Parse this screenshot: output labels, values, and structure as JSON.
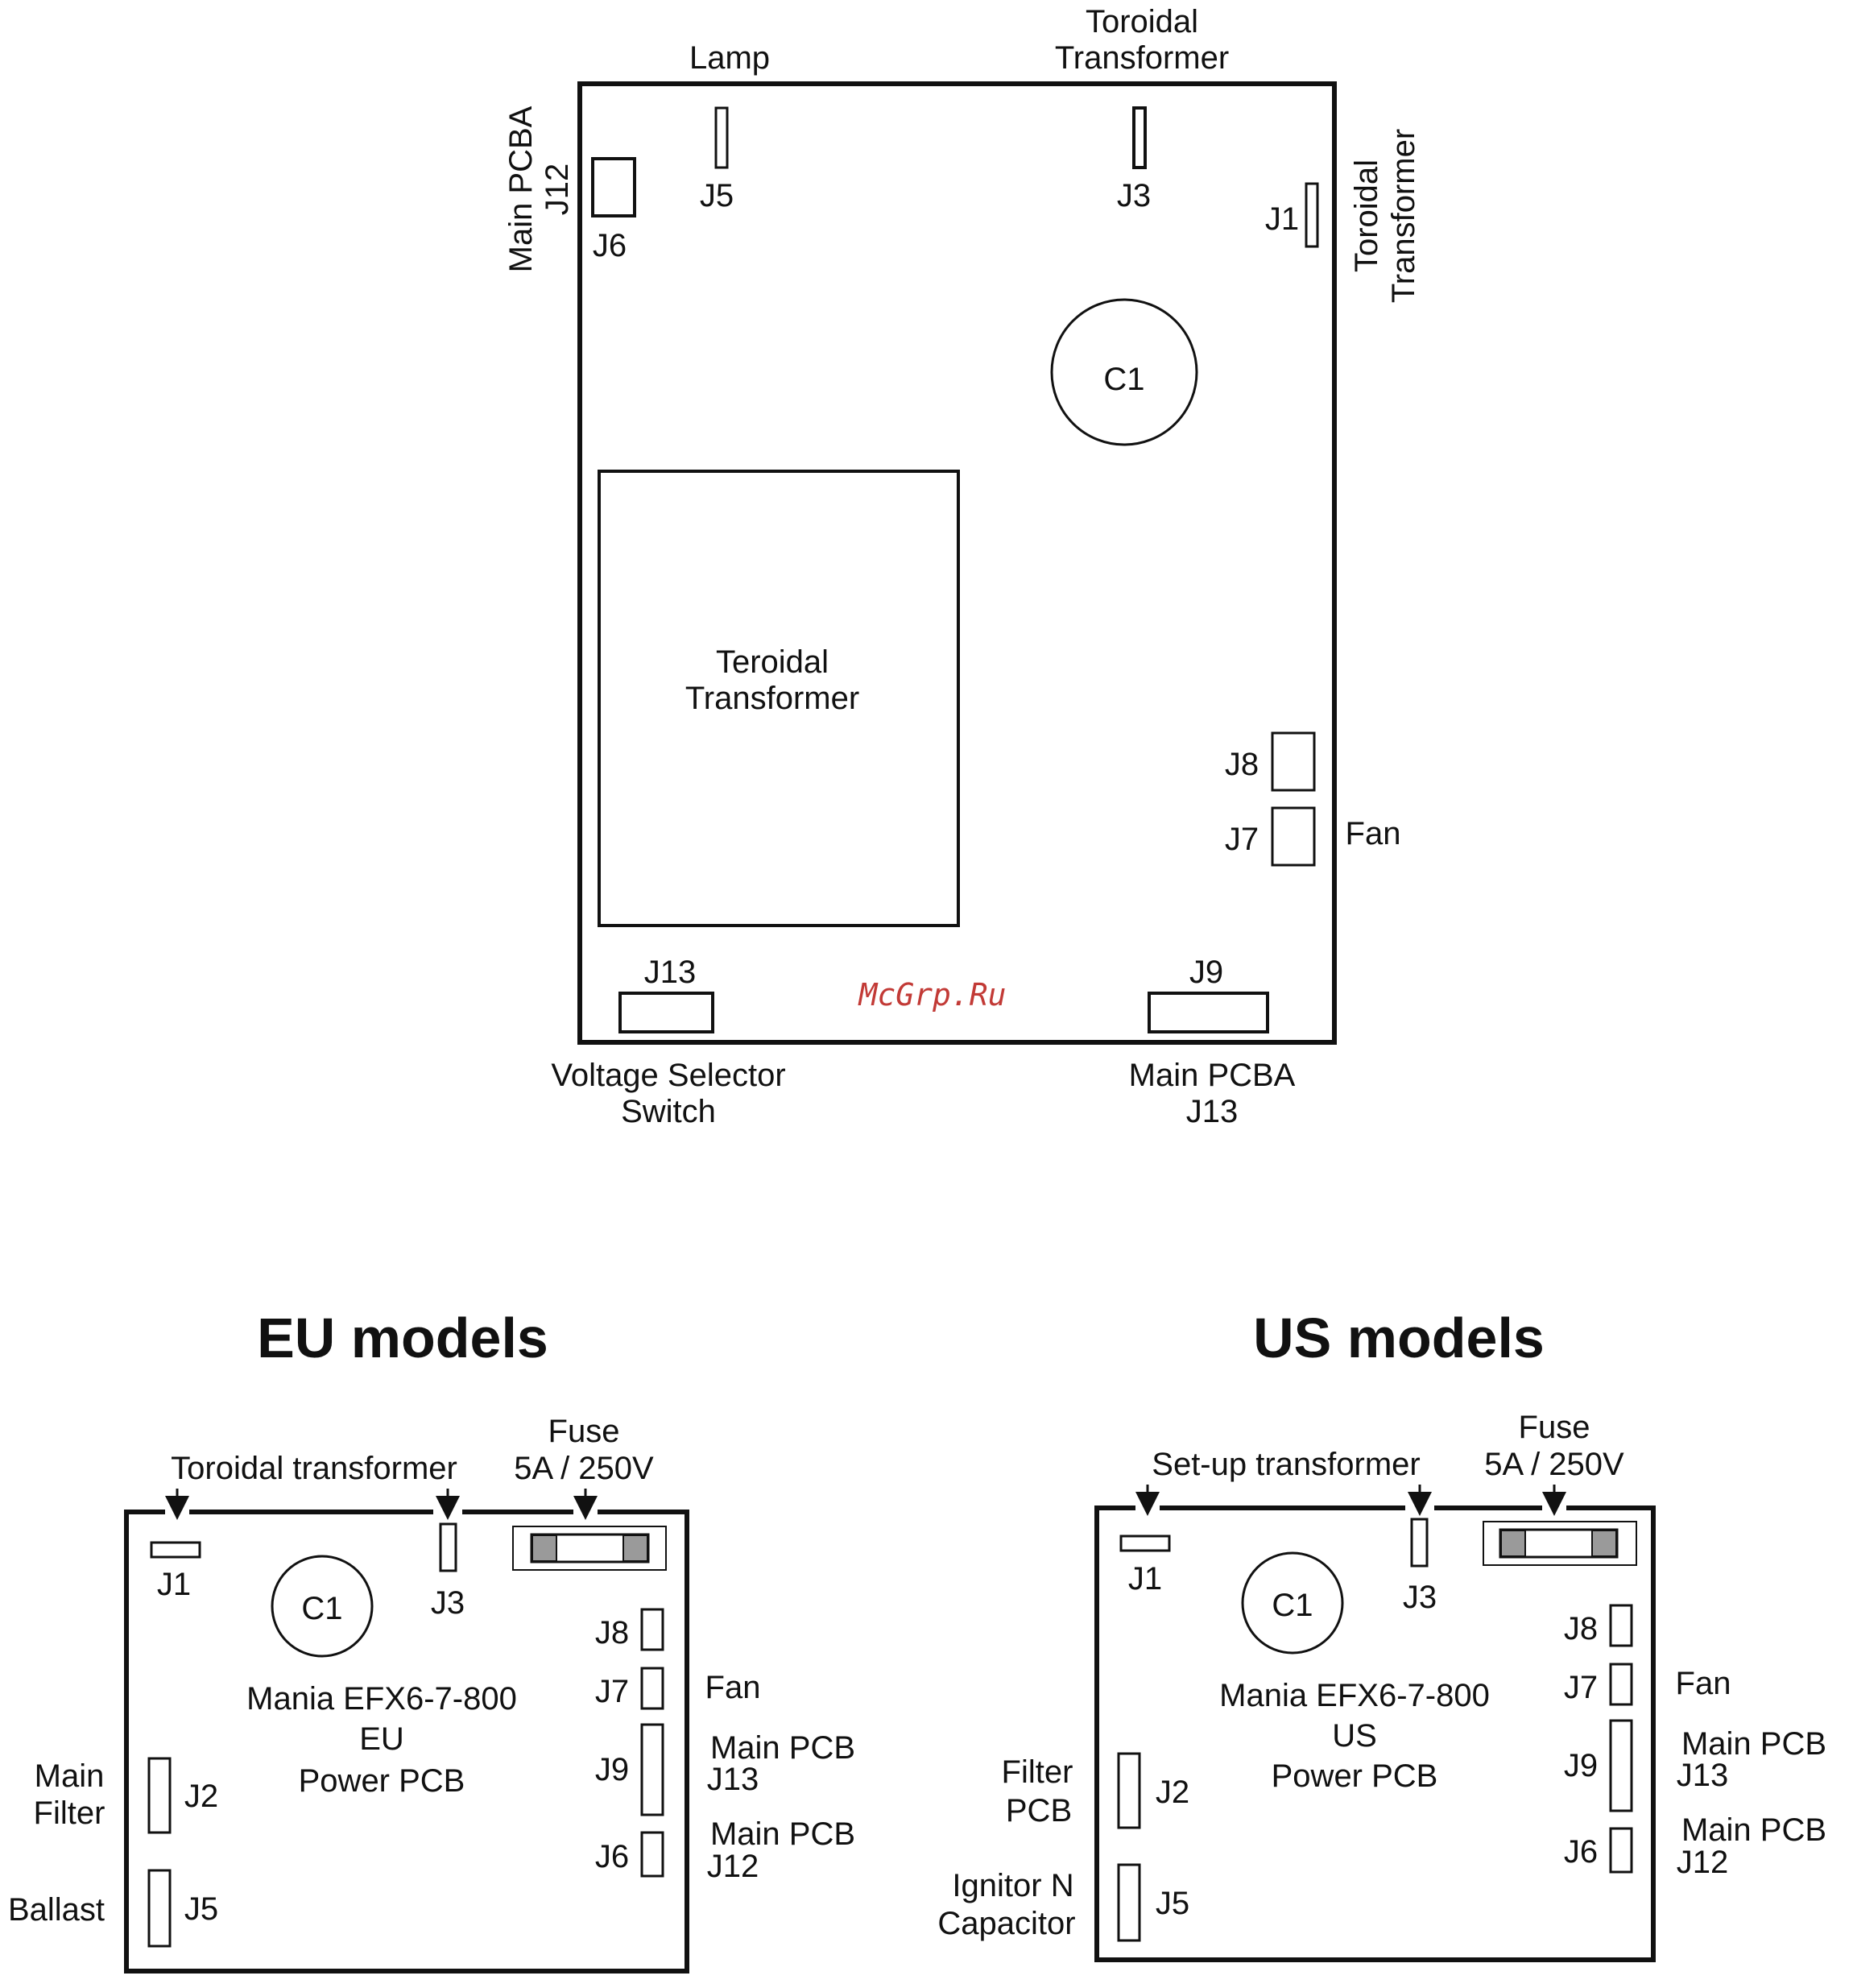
{
  "top_board": {
    "labels": {
      "lamp": "Lamp",
      "toroidal_top_1": "Toroidal",
      "toroidal_top_2": "Transformer",
      "main_pcba_left": "Main PCBA",
      "j12_left": "J12",
      "toroidal_right_1": "Toroidal",
      "toroidal_right_2": "Transformer",
      "j6": "J6",
      "j5": "J5",
      "j3": "J3",
      "j1": "J1",
      "c1": "C1",
      "teroidal_1": "Teroidal",
      "teroidal_2": "Transformer",
      "j8": "J8",
      "j7": "J7",
      "fan": "Fan",
      "j13": "J13",
      "j9": "J9",
      "voltage_1": "Voltage Selector",
      "voltage_2": "Switch",
      "main_pcba_bottom_1": "Main PCBA",
      "main_pcba_bottom_2": "J13"
    },
    "watermark": "McGrp.Ru"
  },
  "eu": {
    "title": "EU models",
    "toroidal": "Toroidal transformer",
    "fuse_1": "Fuse",
    "fuse_2": "5A / 250V",
    "j1": "J1",
    "j3": "J3",
    "c1": "C1",
    "j8": "J8",
    "j7": "J7",
    "j9": "J9",
    "j6": "J6",
    "j2": "J2",
    "j5": "J5",
    "fan": "Fan",
    "main_pcb_j13_1": "Main PCB",
    "main_pcb_j13_2": "J13",
    "main_pcb_j12_1": "Main PCB",
    "main_pcb_j12_2": "J12",
    "left_1": "Main",
    "left_2": "Filter",
    "left_3": "Ballast",
    "center_1": "Mania EFX6-7-800",
    "center_2": "EU",
    "center_3": "Power PCB"
  },
  "us": {
    "title": "US models",
    "setup": "Set-up transformer",
    "fuse_1": "Fuse",
    "fuse_2": "5A / 250V",
    "j1": "J1",
    "j3": "J3",
    "c1": "C1",
    "j8": "J8",
    "j7": "J7",
    "j9": "J9",
    "j6": "J6",
    "j2": "J2",
    "j5": "J5",
    "fan": "Fan",
    "main_pcb_j13_1": "Main PCB",
    "main_pcb_j13_2": "J13",
    "main_pcb_j12_1": "Main PCB",
    "main_pcb_j12_2": "J12",
    "left_1": "Filter",
    "left_2": "PCB",
    "left_3": "Ignitor N",
    "left_4": "Capacitor",
    "center_1": "Mania EFX6-7-800",
    "center_2": "US",
    "center_3": "Power PCB"
  },
  "colors": {
    "line": "#111111",
    "fuse_cap": "#9a9a9a",
    "watermark": "#c23a36"
  }
}
